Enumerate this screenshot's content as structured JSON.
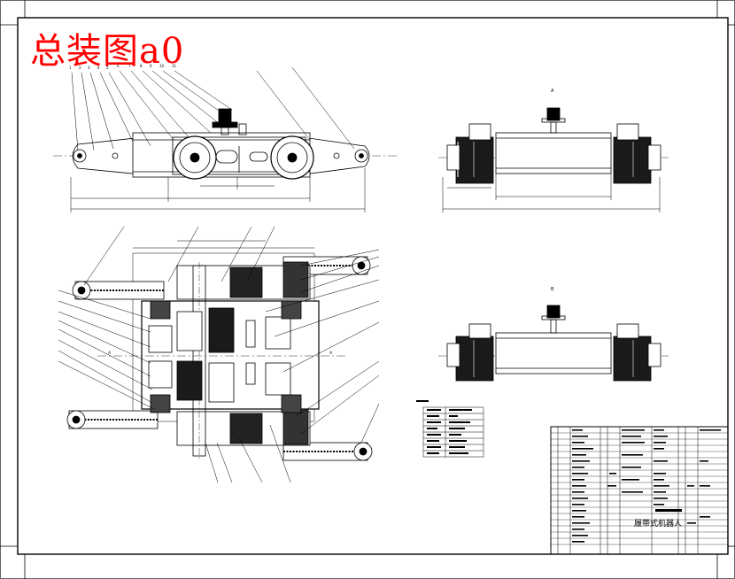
{
  "title": "总装图a0",
  "view_labels": {
    "top_right": "A",
    "mid_right": "B"
  },
  "section_marks": {
    "left": "A",
    "right": "A"
  },
  "balloons_top": [
    "1",
    "2",
    "3",
    "4",
    "5",
    "6",
    "7",
    "8",
    "9",
    "10",
    "11"
  ],
  "title_block": {
    "product_name": "履带式机器人"
  },
  "colors": {
    "title": "#ff0000",
    "lines": "#000000",
    "paper": "#ffffff"
  }
}
